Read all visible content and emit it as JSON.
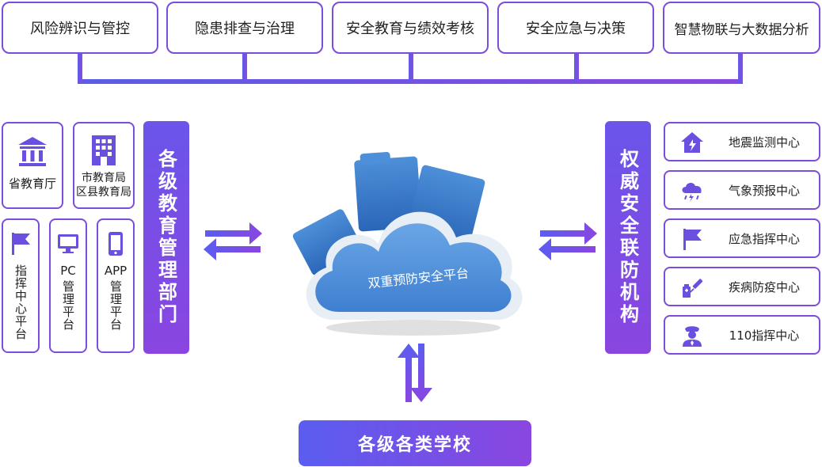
{
  "top_modules": [
    "风险辨识与管控",
    "隐患排查与治理",
    "安全教育与绩效考核",
    "安全应急与决策",
    "智慧物联与大数据分析"
  ],
  "left": {
    "cards": [
      {
        "label": "省教育厅",
        "icon": "government-building-icon"
      },
      {
        "label_lines": [
          "市教育局",
          "区县教育局"
        ],
        "icon": "office-building-icon"
      },
      {
        "label": "指挥中心平台",
        "icon": "flag-icon"
      },
      {
        "label_top": "PC",
        "label_vertical": "管理平台",
        "icon": "monitor-icon"
      },
      {
        "label_top": "APP",
        "label_vertical": "管理平台",
        "icon": "smartphone-icon"
      }
    ],
    "banner": "各级教育管理部门"
  },
  "center": {
    "cloud_label": "双重预防安全平台",
    "icon": "cloud-folders-icon"
  },
  "right": {
    "banner": "权威安全联防机构",
    "cards": [
      {
        "label": "地震监测中心",
        "icon": "house-lightning-icon"
      },
      {
        "label": "气象预报中心",
        "icon": "storm-cloud-icon"
      },
      {
        "label": "应急指挥中心",
        "icon": "flag-icon"
      },
      {
        "label": "疾病防疫中心",
        "icon": "syringe-medicine-icon"
      },
      {
        "label": "110指挥中心",
        "icon": "police-officer-icon"
      }
    ]
  },
  "bottom": {
    "label": "各级各类学校"
  },
  "colors": {
    "accent": "#7c4ddb",
    "gradient_start": "#5a5df0",
    "gradient_end": "#8a46e0"
  }
}
